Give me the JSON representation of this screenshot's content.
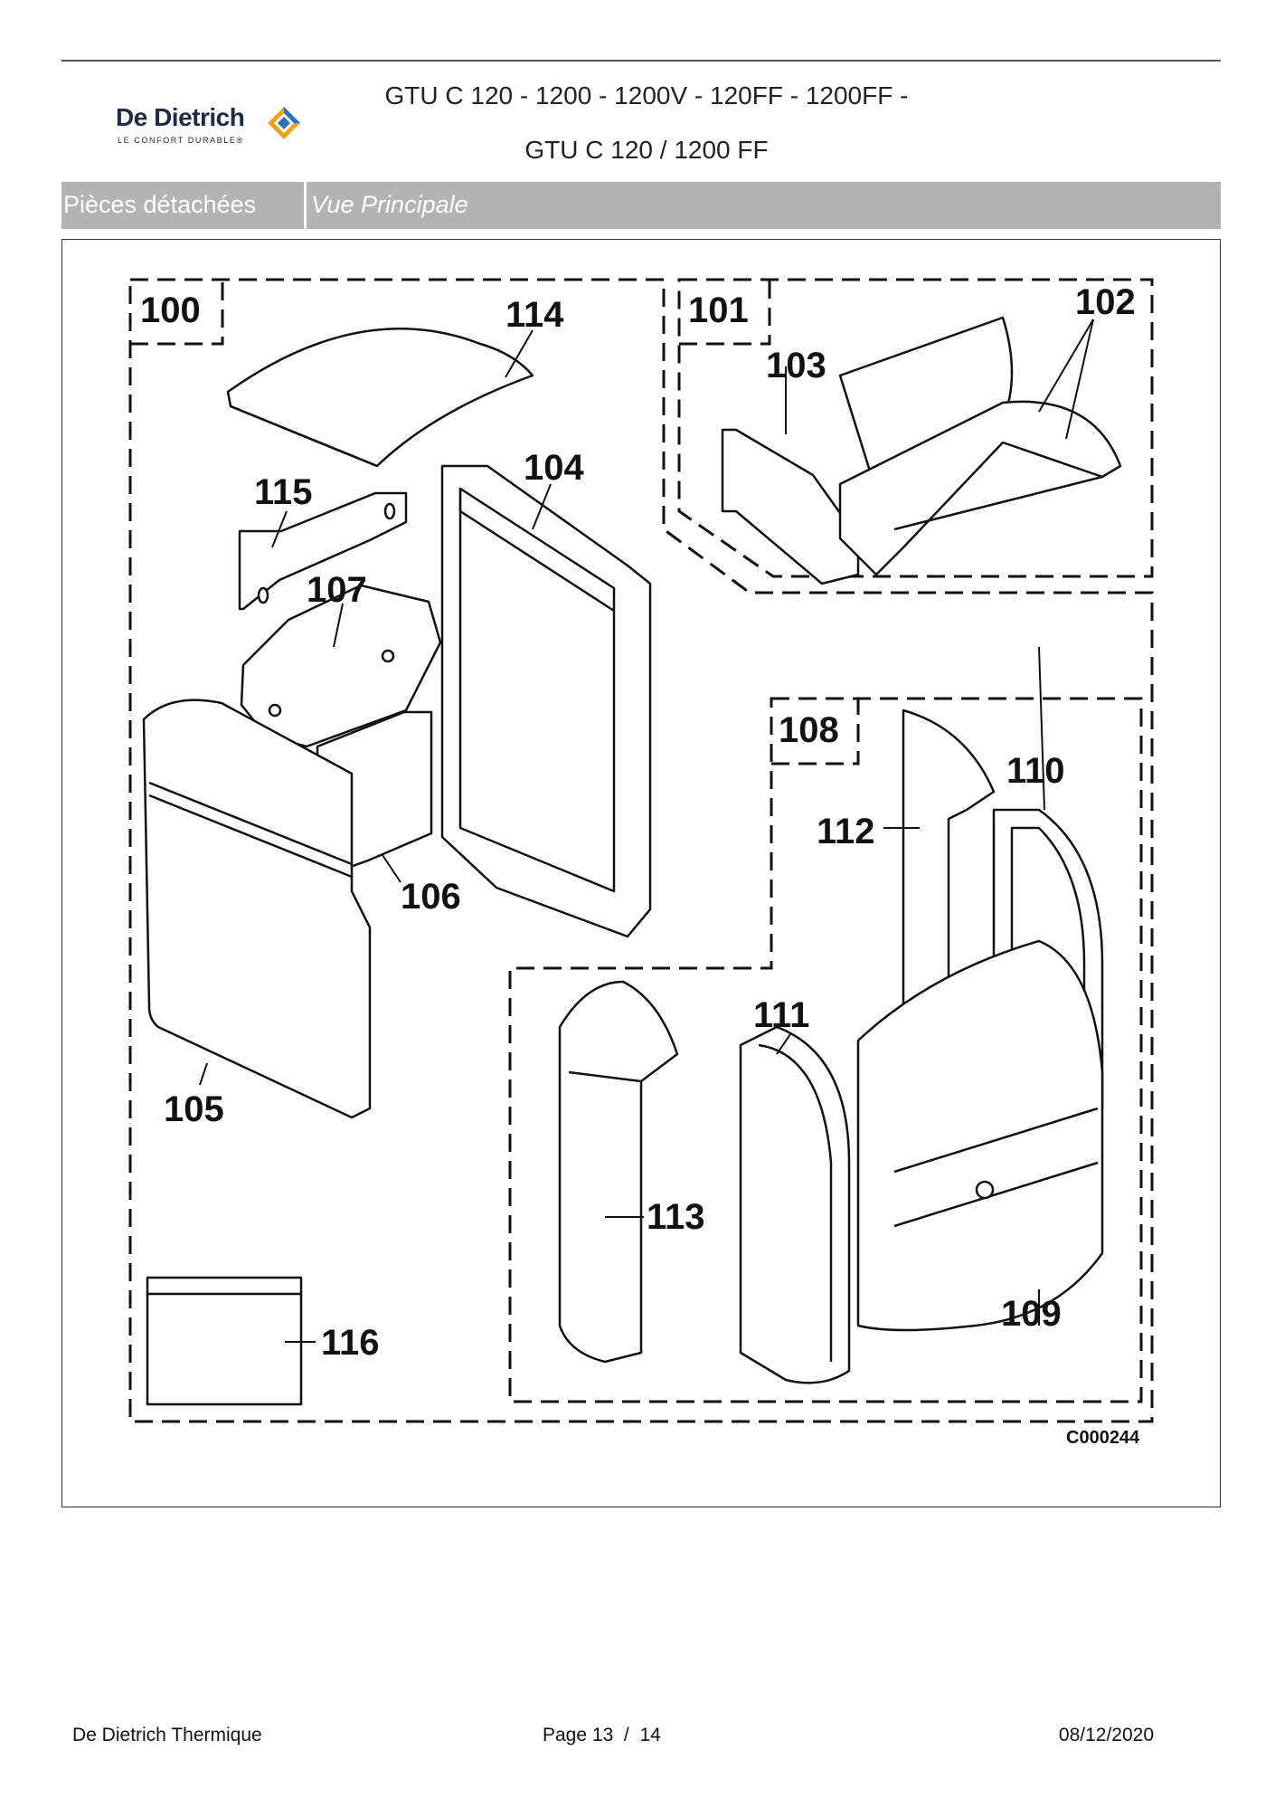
{
  "header": {
    "logo_name": "De Dietrich",
    "logo_tagline": "LE CONFORT DURABLE®",
    "title_line_1": "GTU C 120 - 1200 - 1200V - 120FF - 1200FF -",
    "title_line_2": "GTU C 120 / 1200 FF"
  },
  "section_band": {
    "category": "Pièces détachées",
    "view": "Vue Principale"
  },
  "diagram": {
    "part_numbers": [
      "100",
      "101",
      "102",
      "103",
      "104",
      "105",
      "106",
      "107",
      "108",
      "109",
      "110",
      "111",
      "112",
      "113",
      "114",
      "115",
      "116"
    ],
    "drawing_code": "C000244"
  },
  "footer": {
    "company": "De Dietrich Thermique",
    "page_label": "Page",
    "page_current": "13",
    "page_separator": "/",
    "page_total": "14",
    "date": "08/12/2020"
  },
  "colors": {
    "band_gray": "#b3b3b3",
    "logo_orange": "#f0a21a",
    "logo_blue": "#2f6fb4",
    "line": "#111111"
  }
}
